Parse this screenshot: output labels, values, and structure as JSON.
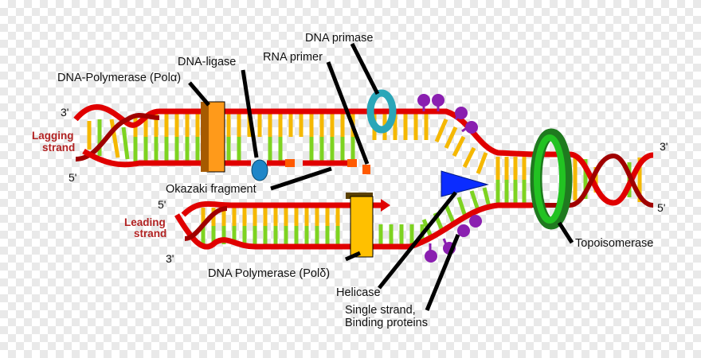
{
  "labels": {
    "dna_primase": "DNA primase",
    "dna_ligase": "DNA-ligase",
    "rna_primer": "RNA primer",
    "polymerase_alpha": "DNA-Polymerase (Polα)",
    "okazaki": "Okazaki fragment",
    "polymerase_delta": "DNA Polymerase (Polδ)",
    "helicase": "Helicase",
    "ssb_line1": "Single strand,",
    "ssb_line2": "Binding proteins",
    "topoisomerase": "Topoisomerase"
  },
  "strands": {
    "lagging_line1": "Lagging",
    "lagging_line2": "strand",
    "leading_line1": "Leading",
    "leading_line2": "strand"
  },
  "ends": {
    "lag_top": "3'",
    "lag_bottom": "5'",
    "lead_top": "5'",
    "lead_bottom": "3'",
    "right_top": "3'",
    "right_bottom": "5'"
  },
  "colors": {
    "backbone": "#e00000",
    "backbone_dark": "#a00000",
    "base_yellow": "#f5b800",
    "base_green": "#7ed321",
    "pol_alpha": "#ff9a1a",
    "pol_delta": "#ffc000",
    "primase": "#2aa6b8",
    "ligase": "#1f86c8",
    "primer": "#ff5a00",
    "helicase": "#0b2cff",
    "ssb": "#8a1fb0",
    "topoisomerase": "#1fb020"
  }
}
